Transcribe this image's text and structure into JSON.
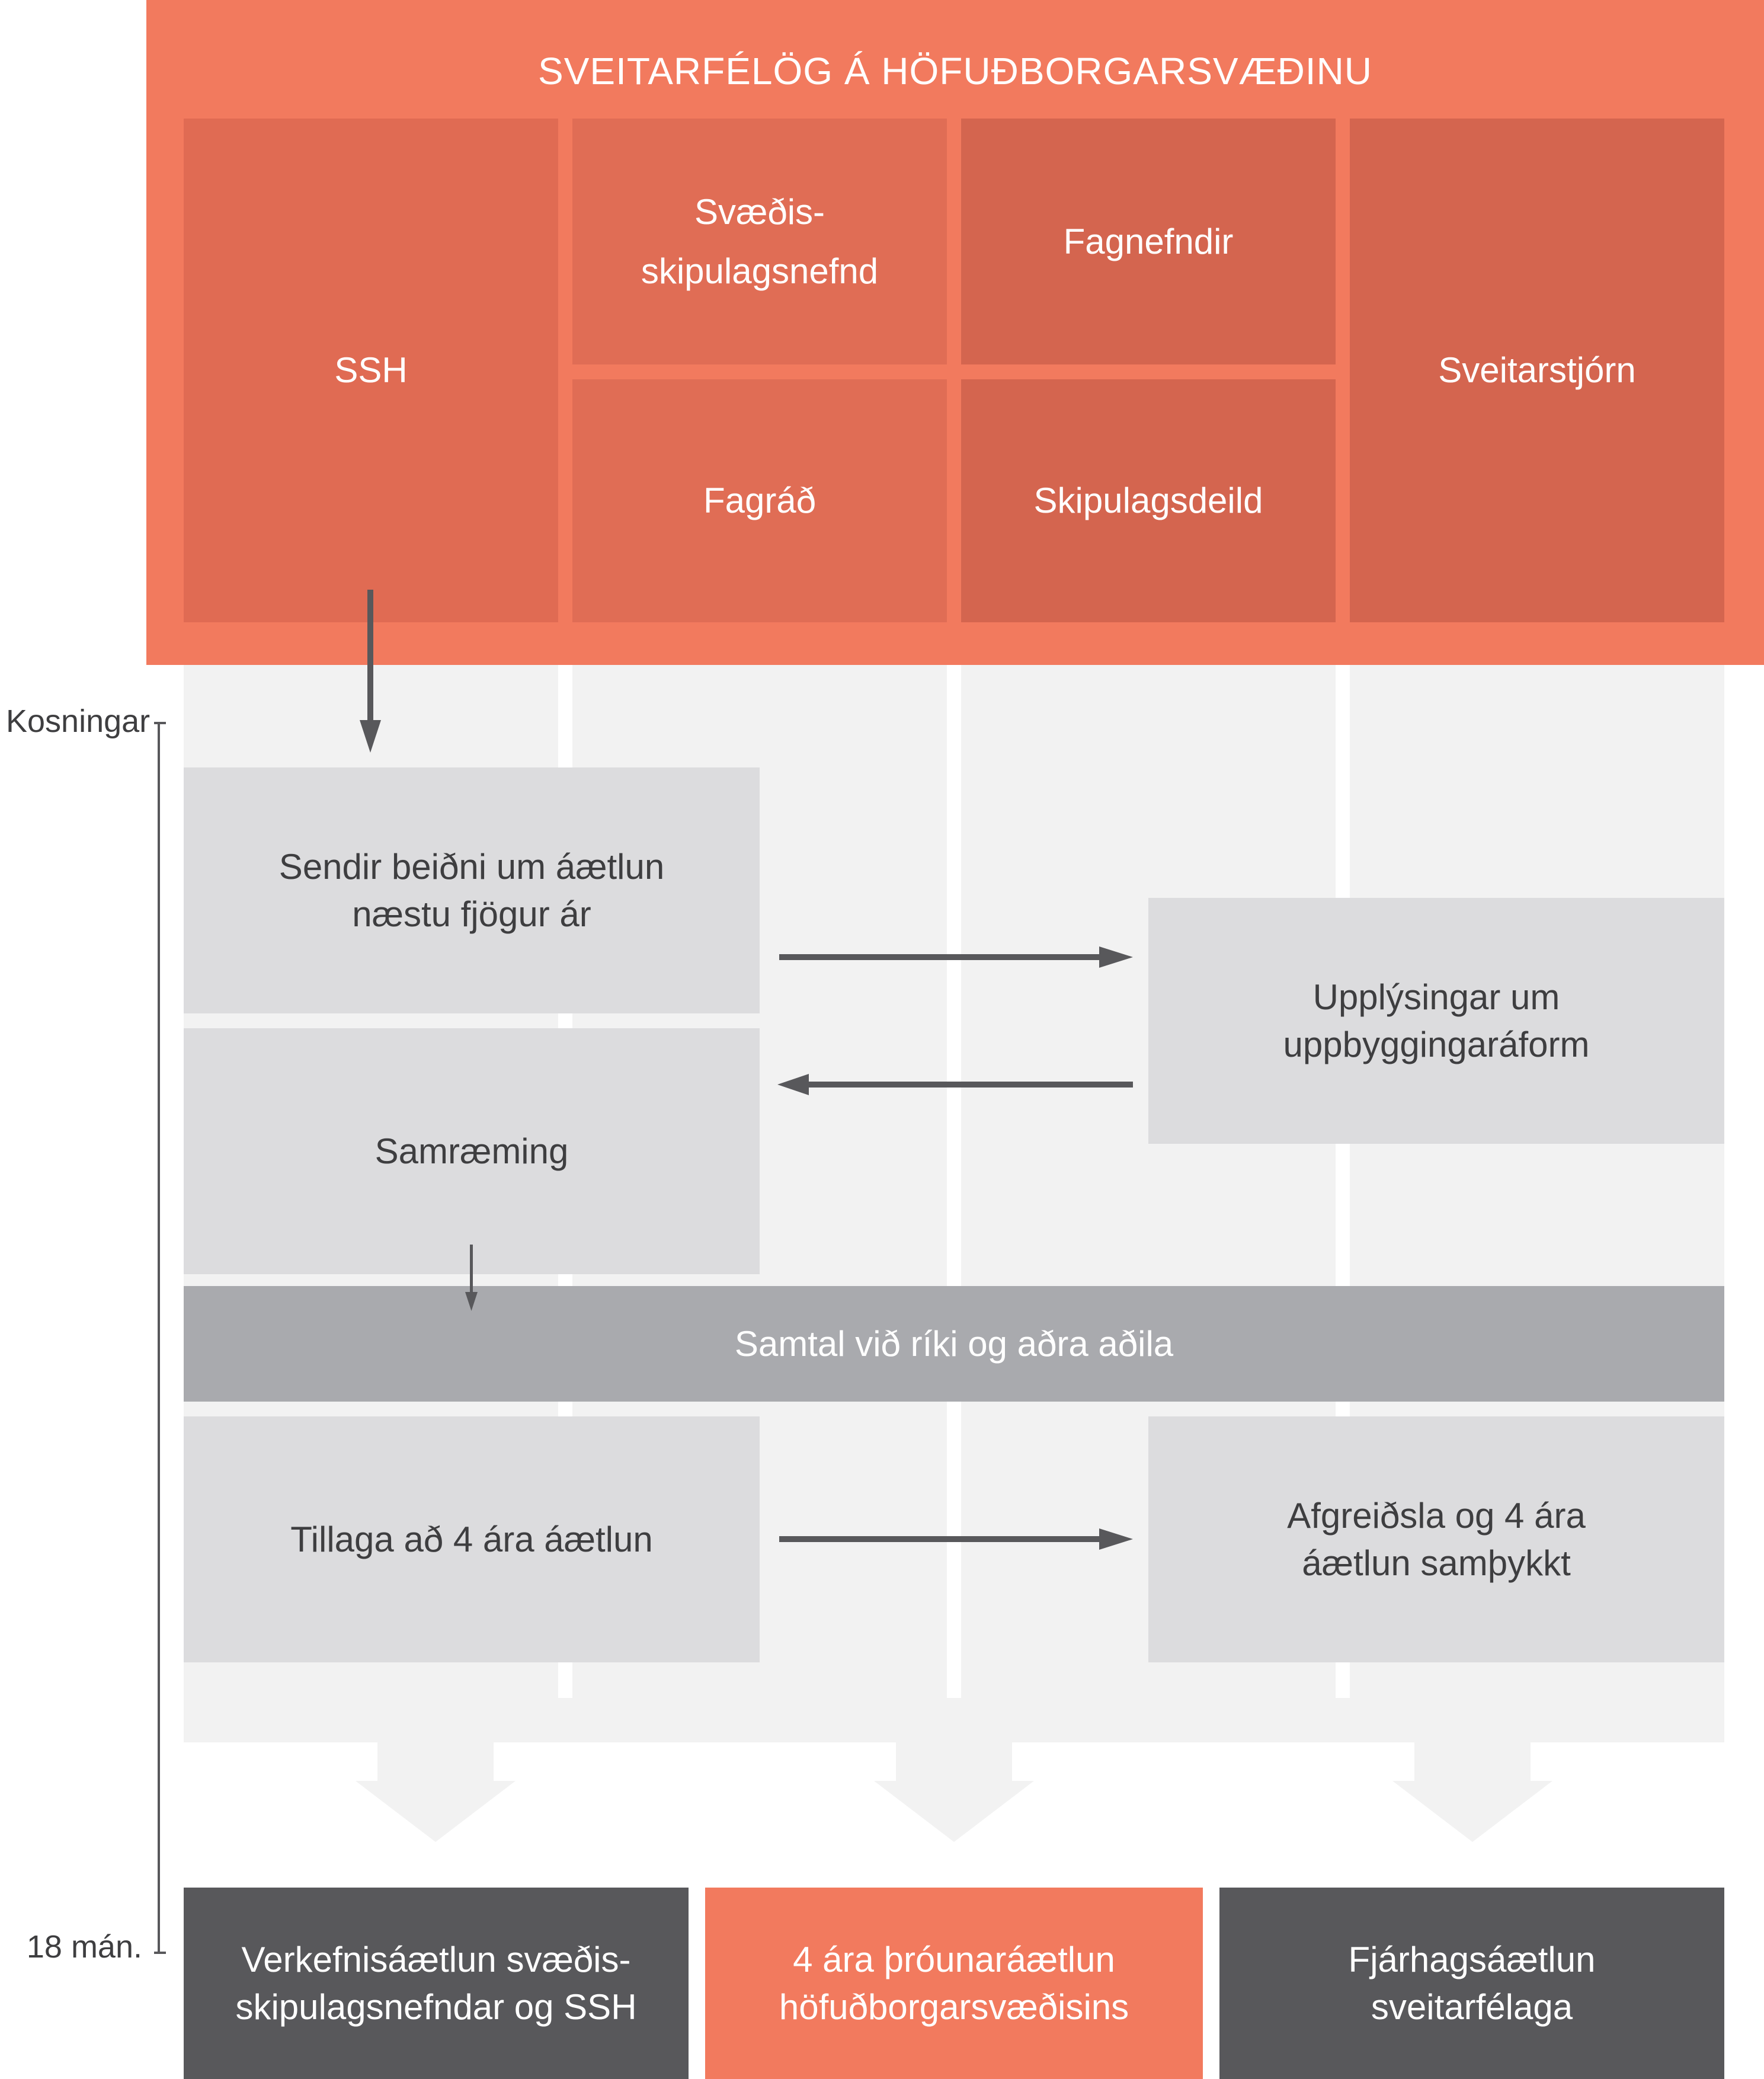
{
  "header": {
    "title": "SVEITARFÉLÖG Á HÖFUÐBORGARSVÆÐINU"
  },
  "columns": {
    "ssh": "SSH",
    "regional_committee": "Svæðis-\nskipulagsnefnd",
    "expert_committees": "Fagnefndir",
    "municipal_council": "Sveitarstjórn",
    "expert_council": "Fagráð",
    "planning_department": "Skipulagsdeild"
  },
  "timeline": {
    "start_label": "Kosningar",
    "end_label": "18 mán."
  },
  "steps": {
    "request": "Sendir beiðni um áætlun\nnæstu fjögur ár",
    "information": "Upplýsingar um\nuppbyggingaráform",
    "coordination": "Samræming",
    "dialogue": "Samtal við ríki og aðra aðila",
    "proposal": "Tillaga að 4 ára áætlun",
    "approval": "Afgreiðsla og 4 ára\náætlun samþykkt"
  },
  "outputs": {
    "work_plan": "Verkefnisáætlun svæðis-\nskipulagsnefndar og SSH",
    "development_plan": "4 ára þróunaráætlun\nhöfuðborgarsvæðisins",
    "financial_plan": "Fjárhagsáætlun\nsveitarfélaga"
  },
  "colors": {
    "header_orange": "#f27a5e",
    "column_dark_orange": "#d4654f",
    "step_gray": "#dcdcde",
    "band_gray": "#a9aaae",
    "output_dark": "#58585b",
    "arrow_gray": "#58585b"
  }
}
